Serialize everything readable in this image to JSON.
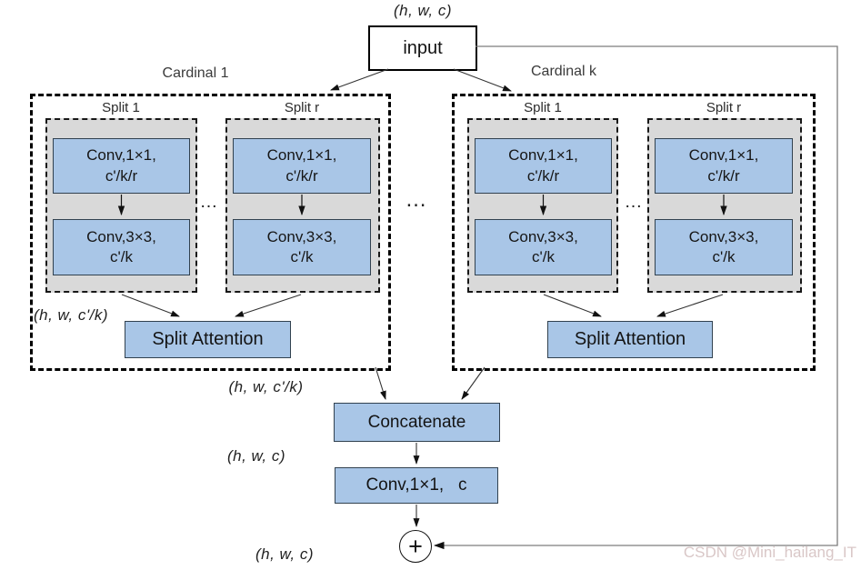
{
  "colors": {
    "box_blue": "#a9c6e7",
    "box_gray": "#d9d9d9",
    "dashed_border": "#000000",
    "watermark_color": "#d9c7c7"
  },
  "input": {
    "dim_label": "(h, w, c)",
    "label": "input"
  },
  "cardinals": [
    {
      "label": "Cardinal 1",
      "splits": [
        {
          "label": "Split 1"
        },
        {
          "label": "Split r"
        }
      ],
      "conv1x1": {
        "line1": "Conv,1×1,",
        "line2": "c'/k/r"
      },
      "conv3x3": {
        "line1": "Conv,3×3,",
        "line2": "c'/k"
      },
      "inner_ellipsis": "…",
      "inner_dim_label": "(h, w, c'/k)",
      "split_attention_label": "Split Attention"
    },
    {
      "label": "Cardinal k",
      "splits": [
        {
          "label": "Split 1"
        },
        {
          "label": "Split r"
        }
      ],
      "conv1x1": {
        "line1": "Conv,1×1,",
        "line2": "c'/k/r"
      },
      "conv3x3": {
        "line1": "Conv,3×3,",
        "line2": "c'/k"
      },
      "inner_ellipsis": "…",
      "split_attention_label": "Split Attention"
    }
  ],
  "between_cardinals_ellipsis": "…",
  "below_left_dim_label": "(h, w, c'/k)",
  "concatenate": {
    "label": "Concatenate",
    "output_dim_label": "(h, w, c)"
  },
  "final_conv": {
    "label": "Conv,1×1,   c"
  },
  "plus": {
    "symbol": "+",
    "output_dim_label": "(h, w, c)"
  },
  "watermark": "CSDN @Mini_hailang_IT"
}
